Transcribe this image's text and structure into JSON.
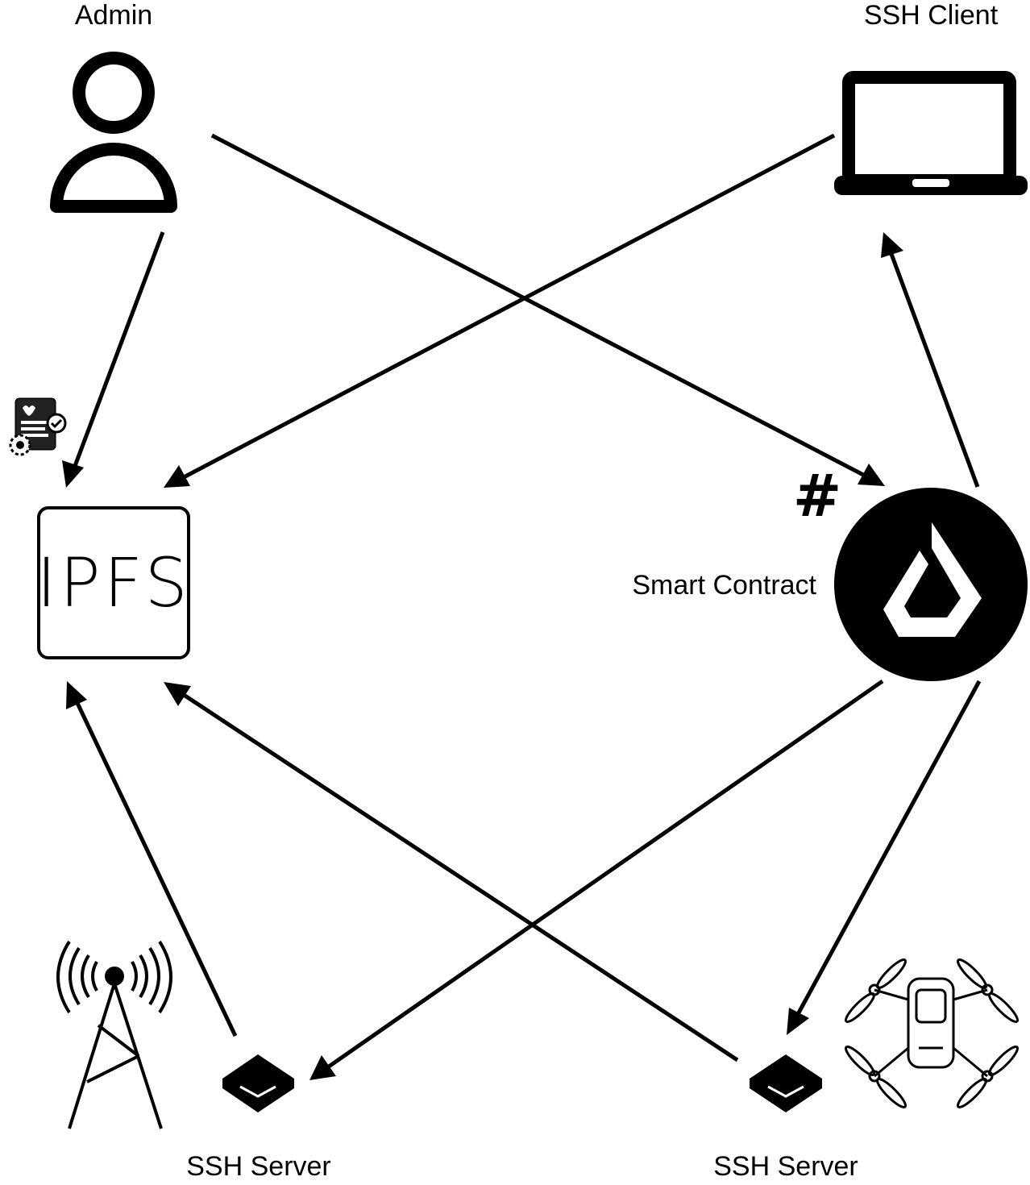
{
  "nodes": {
    "admin": {
      "label": "Admin",
      "icon": "person-icon"
    },
    "ssh_client": {
      "label": "SSH Client",
      "icon": "laptop-icon"
    },
    "ipfs": {
      "label": "IPFS",
      "icon": "ipfs-box-icon",
      "badge_icon": "certificate-document-icon"
    },
    "smart_contract": {
      "label": "Smart Contract",
      "icon": "lisk-logo-icon",
      "badge_icon": "hash-icon",
      "badge_text": "#"
    },
    "ssh_server_left": {
      "label": "SSH Server",
      "icon": "server-box-icon",
      "companion_icon": "radio-tower-icon"
    },
    "ssh_server_right": {
      "label": "SSH Server",
      "icon": "server-box-icon",
      "companion_icon": "drone-icon"
    }
  },
  "edges": [
    {
      "from": "admin",
      "to": "ipfs"
    },
    {
      "from": "admin",
      "to": "smart_contract"
    },
    {
      "from": "ssh_client",
      "to": "ipfs"
    },
    {
      "from": "smart_contract",
      "to": "ssh_client"
    },
    {
      "from": "smart_contract",
      "to": "ssh_server_left"
    },
    {
      "from": "smart_contract",
      "to": "ssh_server_right"
    },
    {
      "from": "ssh_server_left",
      "to": "ipfs"
    },
    {
      "from": "ssh_server_right",
      "to": "ipfs"
    }
  ],
  "colors": {
    "stroke": "#000000",
    "background": "#ffffff"
  }
}
